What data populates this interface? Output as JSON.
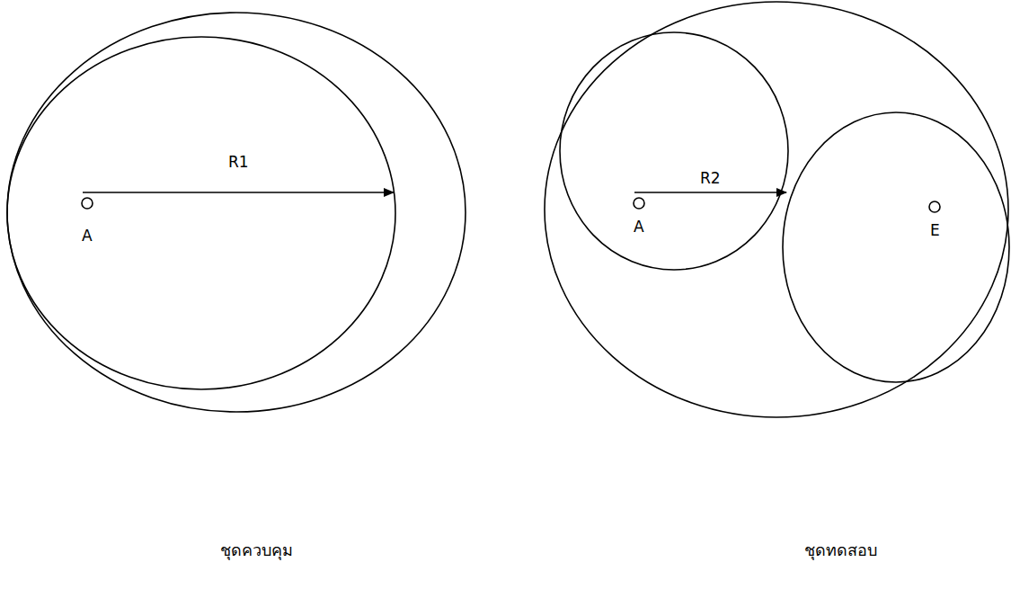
{
  "diagram": {
    "labels": [
      "R1",
      "A",
      "ชุดควบคุม",
      "R2",
      "A",
      "E",
      "ชุดทดสอบ"
    ]
  }
}
